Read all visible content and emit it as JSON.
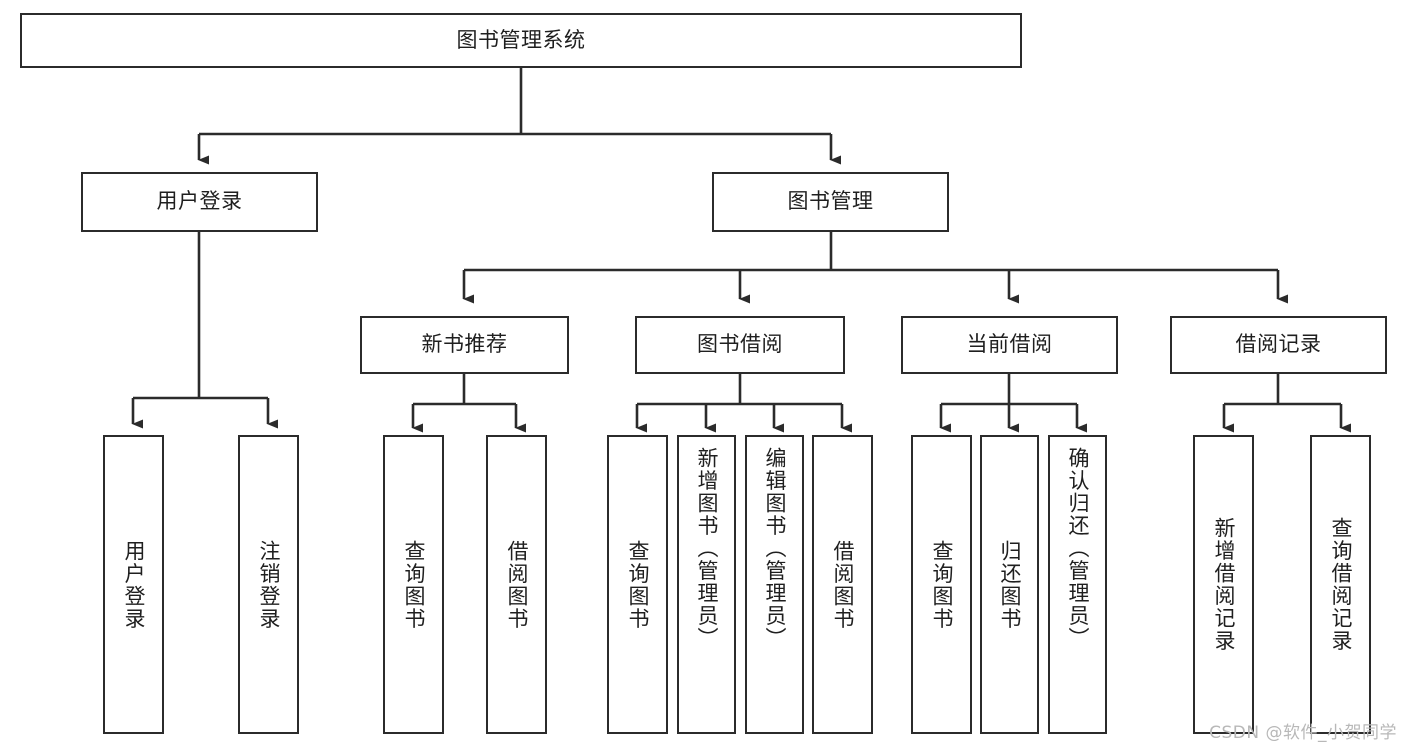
{
  "diagram": {
    "title": "图书管理系统",
    "type": "tree-hierarchy-chart",
    "watermark": "CSDN @软件_小贺同学",
    "colors": {
      "box_border": "#2b2b2b",
      "box_fill": "#ffffff",
      "connector": "#2b2b2b",
      "text": "#1f1f1f",
      "watermark": "#b8b8b8",
      "background": "#ffffff"
    },
    "nodes": {
      "root": {
        "label": "图书管理系统",
        "orientation": "horizontal"
      },
      "user_login": {
        "label": "用户登录",
        "orientation": "horizontal"
      },
      "book_manage": {
        "label": "图书管理",
        "orientation": "horizontal"
      },
      "new_book_rec": {
        "label": "新书推荐",
        "orientation": "horizontal"
      },
      "book_borrow": {
        "label": "图书借阅",
        "orientation": "horizontal"
      },
      "current_borrow": {
        "label": "当前借阅",
        "orientation": "horizontal"
      },
      "borrow_record": {
        "label": "借阅记录",
        "orientation": "horizontal"
      },
      "leaf_user_login": {
        "label": "用户登录",
        "orientation": "vertical"
      },
      "leaf_logout": {
        "label": "注销登录",
        "orientation": "vertical"
      },
      "leaf_query_book_1": {
        "label": "查询图书",
        "orientation": "vertical"
      },
      "leaf_borrow_book_1": {
        "label": "借阅图书",
        "orientation": "vertical"
      },
      "leaf_query_book_2": {
        "label": "查询图书",
        "orientation": "vertical"
      },
      "leaf_add_book": {
        "label": "新增图书（管理员）",
        "orientation": "vertical"
      },
      "leaf_edit_book": {
        "label": "编辑图书（管理员）",
        "orientation": "vertical"
      },
      "leaf_borrow_book_2": {
        "label": "借阅图书",
        "orientation": "vertical"
      },
      "leaf_query_book_3": {
        "label": "查询图书",
        "orientation": "vertical"
      },
      "leaf_return_book": {
        "label": "归还图书",
        "orientation": "vertical"
      },
      "leaf_confirm_return": {
        "label": "确认归还（管理员）",
        "orientation": "vertical"
      },
      "leaf_add_record": {
        "label": "新增借阅记录",
        "orientation": "vertical"
      },
      "leaf_query_record": {
        "label": "查询借阅记录",
        "orientation": "vertical"
      }
    }
  }
}
